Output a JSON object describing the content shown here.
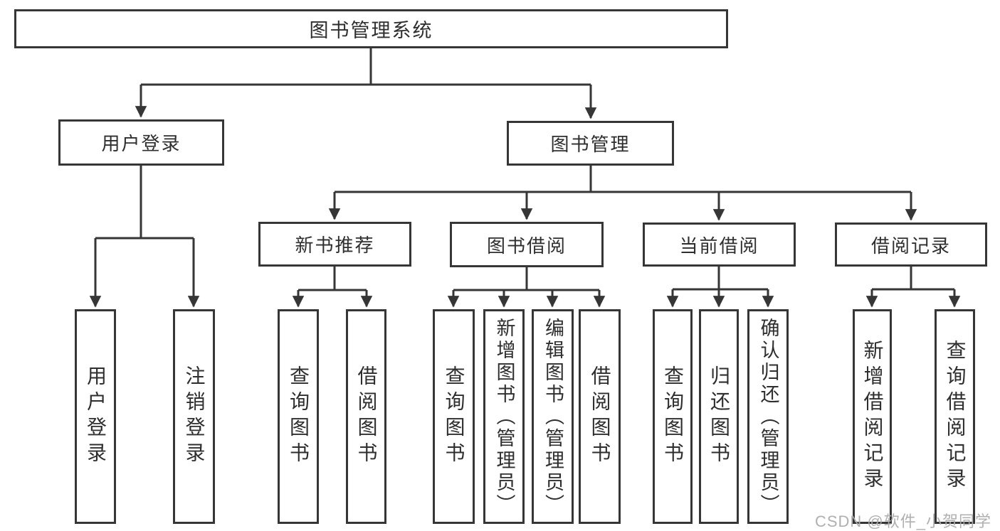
{
  "root": {
    "label": "图书管理系统"
  },
  "level1": {
    "user_login": {
      "label": "用户登录"
    },
    "book_management": {
      "label": "图书管理"
    }
  },
  "level2": {
    "new_book_recommend": {
      "label": "新书推荐"
    },
    "book_borrow": {
      "label": "图书借阅"
    },
    "current_borrow": {
      "label": "当前借阅"
    },
    "borrow_record": {
      "label": "借阅记录"
    }
  },
  "leaves": {
    "user_login": [
      "用户登录",
      "注销登录"
    ],
    "new_book_recommend": [
      "查询图书",
      "借阅图书"
    ],
    "book_borrow": [
      "查询图书",
      "新增图书（管理员）",
      "编辑图书（管理员）",
      "借阅图书"
    ],
    "current_borrow": [
      "查询图书",
      "归还图书",
      "确认归还（管理员）"
    ],
    "borrow_record": [
      "新增借阅记录",
      "查询借阅记录"
    ]
  },
  "watermark": "CSDN @软件_小贺同学",
  "colors": {
    "line": "#363636",
    "box_border": "#363636",
    "text": "#2e2e2e",
    "watermark": "#acacac",
    "background": "#ffffff"
  }
}
